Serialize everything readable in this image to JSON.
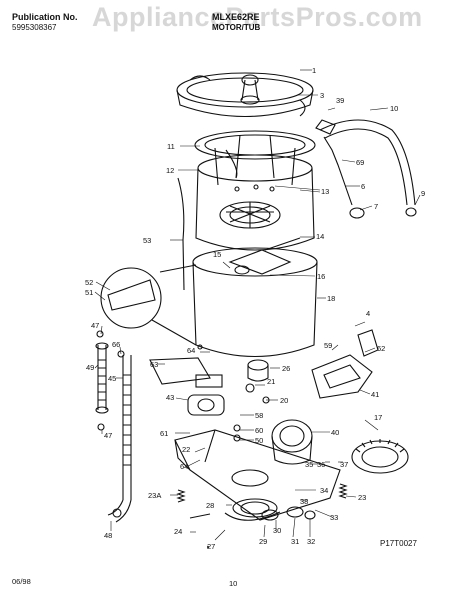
{
  "header": {
    "publication_label": "Publication No.",
    "publication_number": "5995308367",
    "model": "MLXE62RE",
    "section": "MOTOR/TUB"
  },
  "watermark": "AppliancePartsPros.com",
  "drawing_id": "P17T0027",
  "footer": {
    "date": "06/98",
    "page": "10"
  },
  "callouts": [
    "1",
    "3",
    "39",
    "10",
    "11",
    "69",
    "12",
    "13",
    "6",
    "9",
    "7",
    "53",
    "14",
    "15",
    "16",
    "18",
    "52",
    "51",
    "4",
    "47",
    "66",
    "49",
    "45",
    "63",
    "64",
    "26",
    "59",
    "62",
    "43",
    "21",
    "41",
    "20",
    "58",
    "60",
    "50",
    "17",
    "61",
    "22",
    "40",
    "36",
    "35",
    "37",
    "64",
    "34",
    "23A",
    "28",
    "38",
    "23",
    "24",
    "27",
    "29",
    "30",
    "31",
    "32",
    "33",
    "48",
    "47"
  ]
}
